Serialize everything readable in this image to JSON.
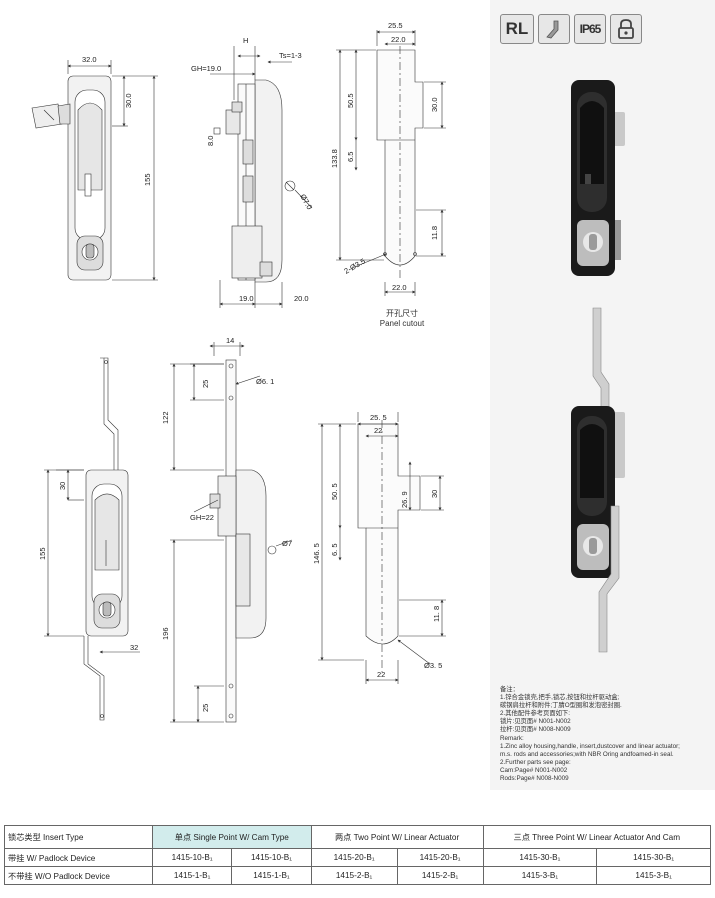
{
  "badges": [
    "RL",
    "IP65"
  ],
  "dims_top": {
    "w32": "32.0",
    "h30": "30.0",
    "h155": "155",
    "h_label": "H",
    "gh": "GH=19.0",
    "ts": "Ts=1-3",
    "sq8": "8.0",
    "d7": "Ø7.0",
    "b19": "19.0",
    "b20": "20.0",
    "c25": "25.5",
    "c22t": "22.0",
    "c50": "50.5",
    "c30": "30.0",
    "c133": "133.8",
    "c65": "6.5",
    "c118": "11.8",
    "c35": "2-Ø3.5",
    "c22b": "22.0"
  },
  "cutout_caption": {
    "cn": "开孔尺寸",
    "en": "Panel cutout"
  },
  "dims_bottom": {
    "h30": "30",
    "h155": "155",
    "w32": "32",
    "t14": "14",
    "t25a": "25",
    "d61": "Ø6. 1",
    "t122": "122",
    "gh": "GH=22",
    "d7": "Ø7",
    "t196": "196",
    "t25b": "25",
    "c255": "25. 5",
    "c22t": "22",
    "c505": "50. 5",
    "c269": "26. 9",
    "c30": "30",
    "c1465": "146. 5",
    "c65": "6. 5",
    "c118": "11. 8",
    "c35": "Ø3. 5",
    "c22b": "22"
  },
  "notes": [
    "备注：",
    "1.锌合金锁壳,把手,锁芯,按钮和拉杆驱动盒;",
    "碳钢肩拉杆和附件;丁腈O型圈和发泡密封圈.",
    "2.其他配件参考页面如下:",
    "锁片:见页面# N001-N002",
    "拉杆:见页面# N008-N009",
    "Remark:",
    "1.Zinc alloy housing,handle, insert,dustcover and linear actuator;",
    "m.s. rods and accessories;with NBR Oring andfoamed-in seal.",
    "2.Further parts see page:",
    "Cam:Page# N001-N002",
    "Rods:Page# N008-N009"
  ],
  "table": {
    "header": [
      "锁芯类型 Insert Type",
      "单点 Single Point W/ Cam Type",
      "两点 Two Point W/ Linear Actuator",
      "三点 Three Point W/ Linear Actuator And Cam"
    ],
    "rows": [
      {
        "label": "带挂 W/ Padlock Device",
        "cells": [
          "1415-10-B₁",
          "1415-10-B₁",
          "1415-20-B₁",
          "1415-20-B₁",
          "1415-30-B₁",
          "1415-30-B₁"
        ]
      },
      {
        "label": "不带挂 W/O Padlock Device",
        "cells": [
          "1415-1-B₁",
          "1415-1-B₁",
          "1415-2-B₁",
          "1415-2-B₁",
          "1415-3-B₁",
          "1415-3-B₁"
        ]
      }
    ]
  }
}
